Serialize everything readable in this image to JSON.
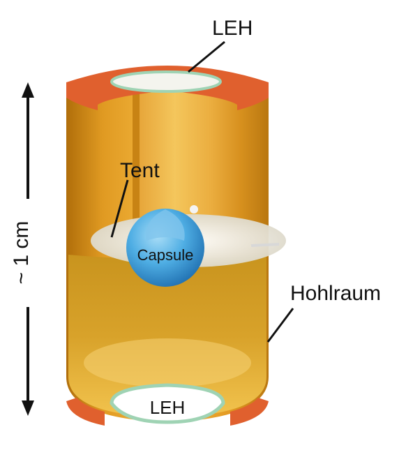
{
  "diagram": {
    "labels": {
      "leh_top": "LEH",
      "leh_bottom": "LEH",
      "tent": "Tent",
      "capsule": "Capsule",
      "hohlraum": "Hohlraum",
      "dimension": "~ 1 cm"
    },
    "colors": {
      "hohlraum_gold": "#E8A12A",
      "hohlraum_dark": "#B9780F",
      "leh_red": "#E0602E",
      "leh_rim": "#CFE8D6",
      "capsule_blue": "#3E9FDC",
      "tent_white": "#F2F0E8",
      "text": "#111111"
    }
  }
}
